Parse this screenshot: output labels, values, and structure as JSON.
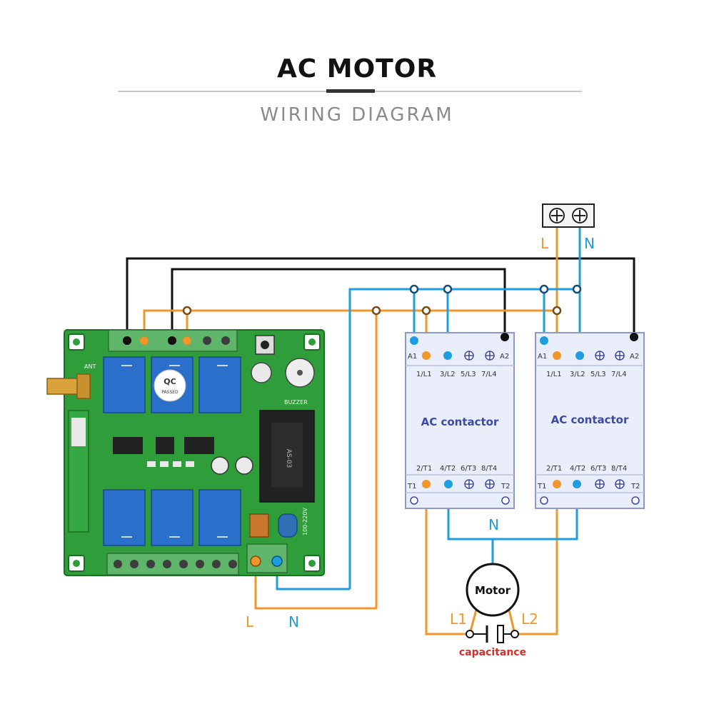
{
  "header": {
    "title": "AC MOTOR",
    "subtitle": "WIRING DIAGRAM"
  },
  "labels": {
    "supply_l": "L",
    "supply_n": "N",
    "board_l": "L",
    "board_n": "N",
    "motor_n": "N",
    "motor_l1": "L1",
    "motor_l2": "L2",
    "motor": "Motor",
    "capacitance": "capacitance",
    "board_ant": "ANT",
    "board_buzzer": "BUZZER",
    "board_relay_mark": "QC",
    "board_relay_mark2": "PASSED",
    "board_transformer": "AS-03",
    "board_input": "100-220V"
  },
  "contactors": [
    {
      "name": "AC contactor",
      "coil_a1": "A1",
      "coil_a2": "A2",
      "top_terminals": [
        "1/L1",
        "3/L2",
        "5/L3",
        "7/L4"
      ],
      "bottom_terminals": [
        "2/T1",
        "4/T2",
        "6/T3",
        "8/T4"
      ],
      "t1": "T1",
      "t2": "T2"
    },
    {
      "name": "AC contactor",
      "coil_a1": "A1",
      "coil_a2": "A2",
      "top_terminals": [
        "1/L1",
        "3/L2",
        "5/L3",
        "7/L4"
      ],
      "bottom_terminals": [
        "2/T1",
        "4/T2",
        "6/T3",
        "8/T4"
      ],
      "t1": "T1",
      "t2": "T2"
    }
  ],
  "colors": {
    "live": "#f0962a",
    "neutral": "#1e9ee0",
    "control": "#111111",
    "pcb": "#2f9e3a",
    "relay": "#2a6fc9",
    "contactor_body": "#eaeefb",
    "capacitance_text": "#d0312d"
  }
}
